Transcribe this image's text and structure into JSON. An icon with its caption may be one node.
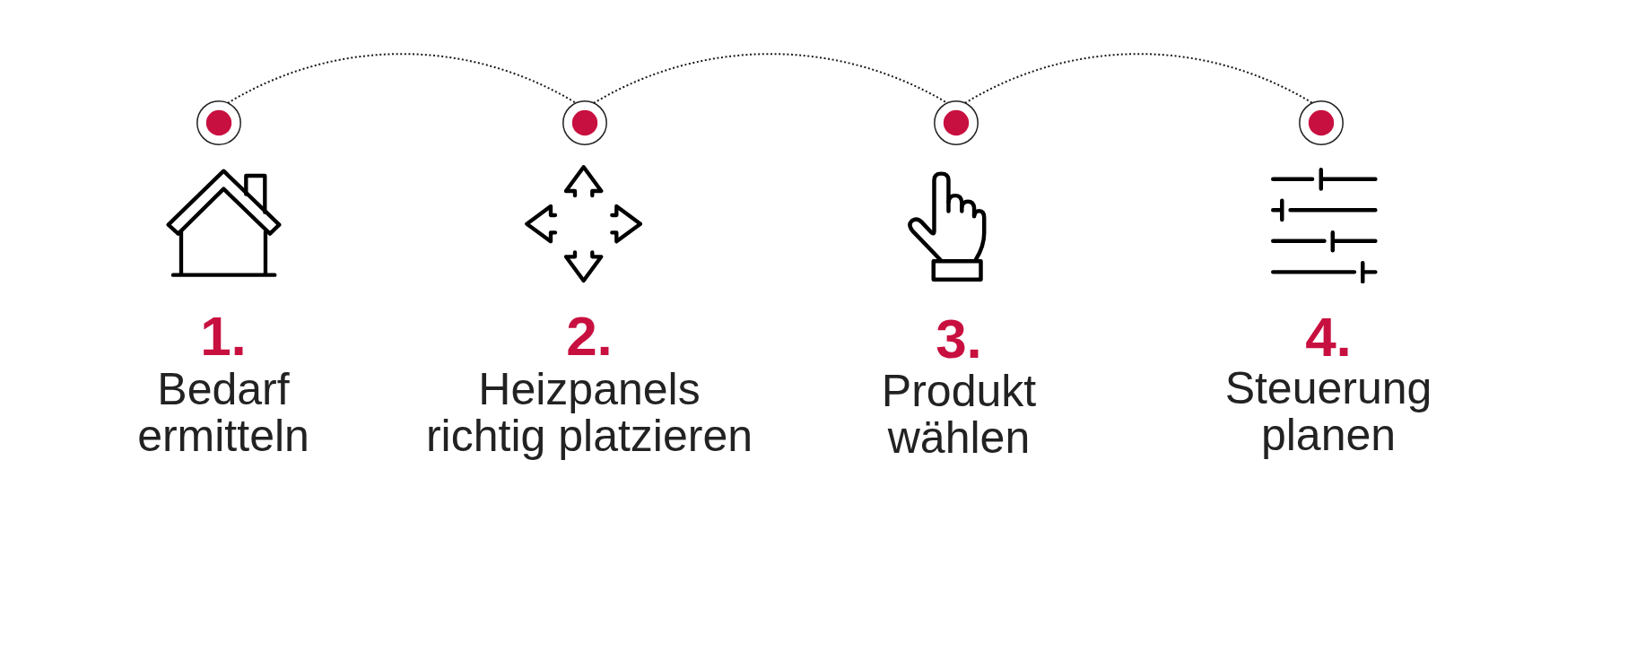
{
  "diagram": {
    "nodes": [
      {
        "text": [],
        "shape": "circle",
        "beside": [
          "1.",
          "Bedarf ermitteln"
        ]
      },
      {
        "text": [],
        "shape": "circle",
        "beside": [
          "2.",
          "Heizpanels richtig platzieren"
        ]
      },
      {
        "text": [],
        "shape": "circle",
        "beside": [
          "3.",
          "Produkt wählen"
        ]
      },
      {
        "text": [],
        "shape": "circle",
        "beside": [
          "4.",
          "Steuerung planen"
        ]
      }
    ],
    "edges": [
      {
        "from": 0,
        "to": 1,
        "arrow": "none",
        "style": "dashed"
      },
      {
        "from": 1,
        "to": 2,
        "arrow": "none",
        "style": "dashed"
      },
      {
        "from": 2,
        "to": 3,
        "arrow": "none",
        "style": "dashed"
      }
    ]
  }
}
